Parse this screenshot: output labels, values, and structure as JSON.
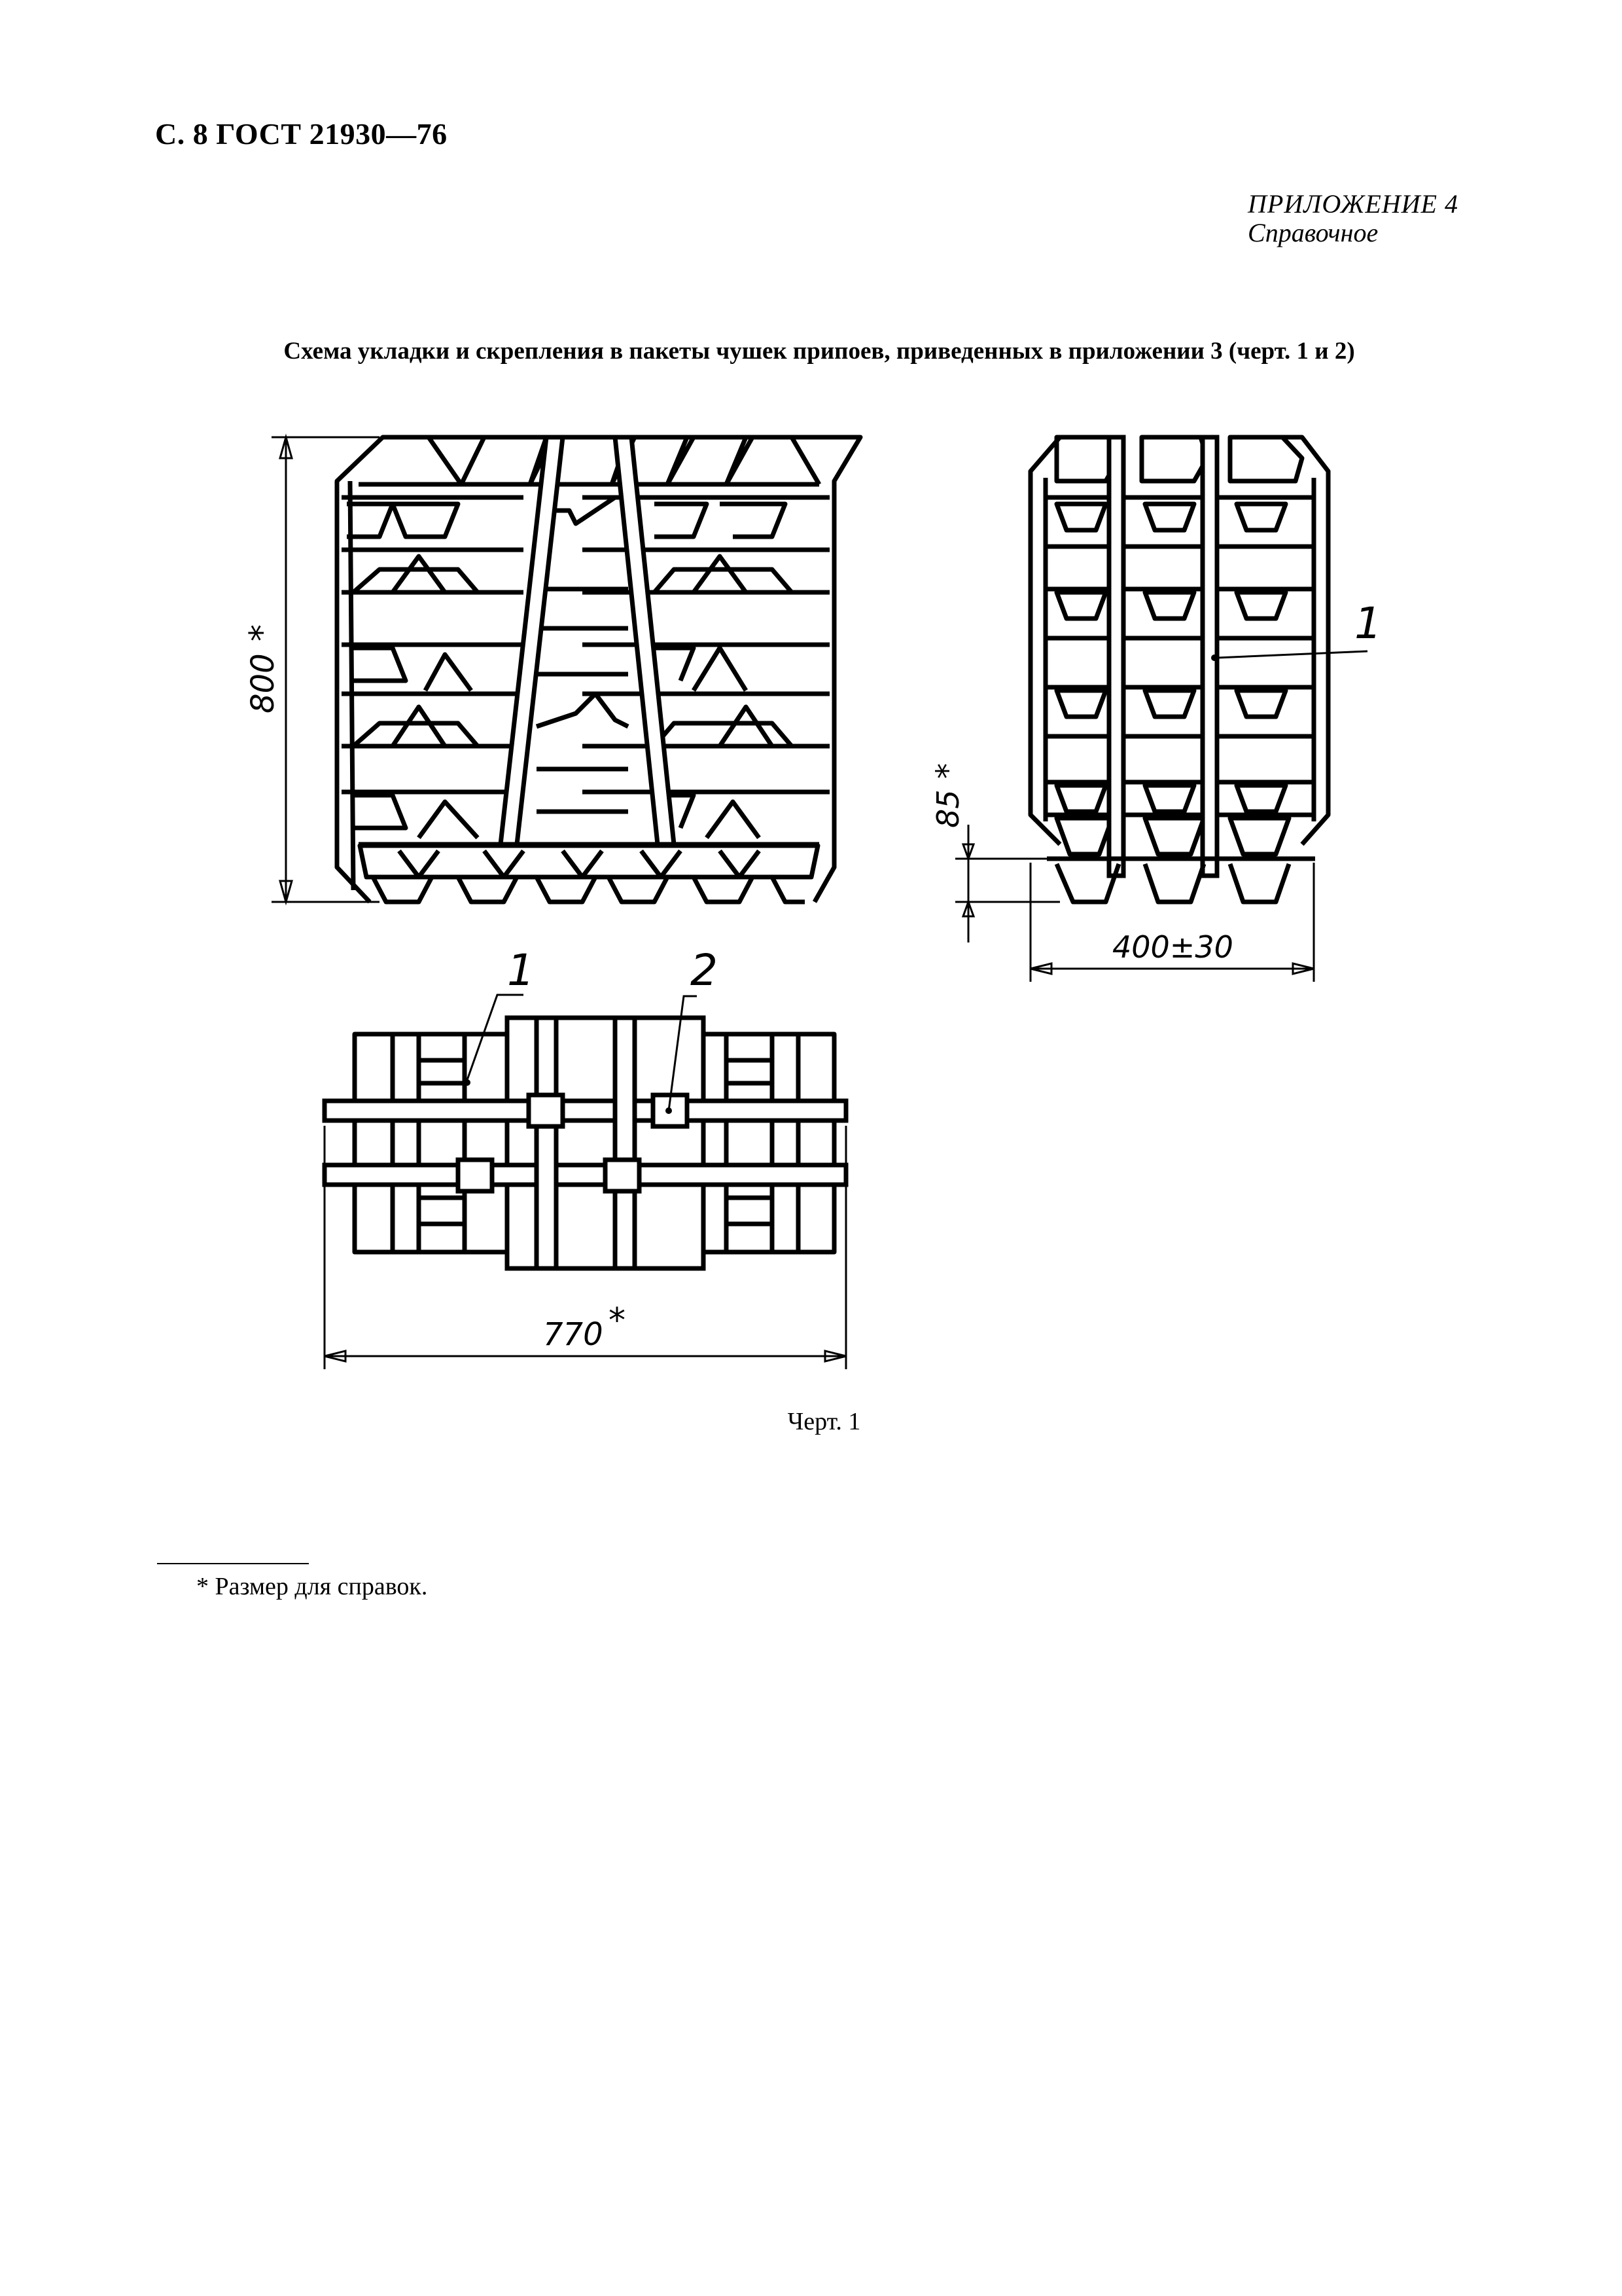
{
  "header": {
    "page_ref": "С. 8 ГОСТ 21930—76"
  },
  "appendix": {
    "label": "ПРИЛОЖЕНИЕ 4",
    "type": "Справочное"
  },
  "title": "Схема укладки и скрепления в пакеты чушек припоев, приведенных в приложении 3 (черт. 1 и 2)",
  "drawing": {
    "dim_height": "800",
    "dim_pallet": "85",
    "dim_depth": "400±30",
    "dim_length": "770",
    "ref_star": "*",
    "callout_1": "1",
    "callout_2": "2"
  },
  "caption": "Черт. 1",
  "footnote": "* Размер для справок."
}
